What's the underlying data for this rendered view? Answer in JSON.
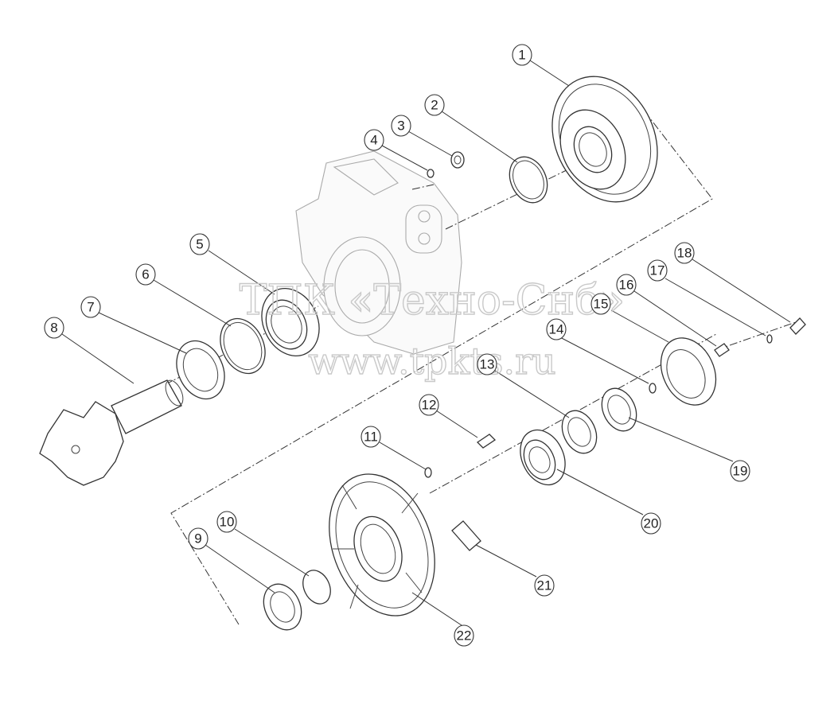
{
  "watermark": {
    "line1": "ТПК «Техно-Снб»",
    "line2": "www.tpkts.ru"
  },
  "callouts": [
    "1",
    "2",
    "3",
    "4",
    "5",
    "6",
    "7",
    "8",
    "9",
    "10",
    "11",
    "12",
    "13",
    "14",
    "15",
    "16",
    "17",
    "18",
    "19",
    "20",
    "21",
    "22"
  ],
  "colors": {
    "line": "#333333",
    "watermark": "#c9c9c9",
    "background": "#ffffff"
  }
}
